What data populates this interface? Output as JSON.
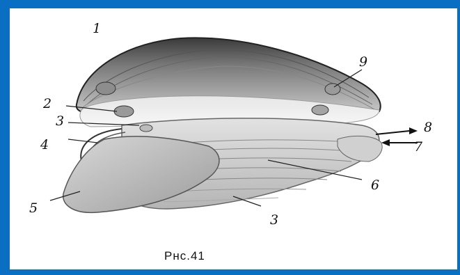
{
  "colors": {
    "frame": "#0a6fc2",
    "panel": "#ffffff",
    "ink": "#111111"
  },
  "labels": [
    "1",
    "2",
    "3",
    "4",
    "5",
    "6",
    "7",
    "8",
    "9",
    "3"
  ],
  "caption": "Рнс.41"
}
